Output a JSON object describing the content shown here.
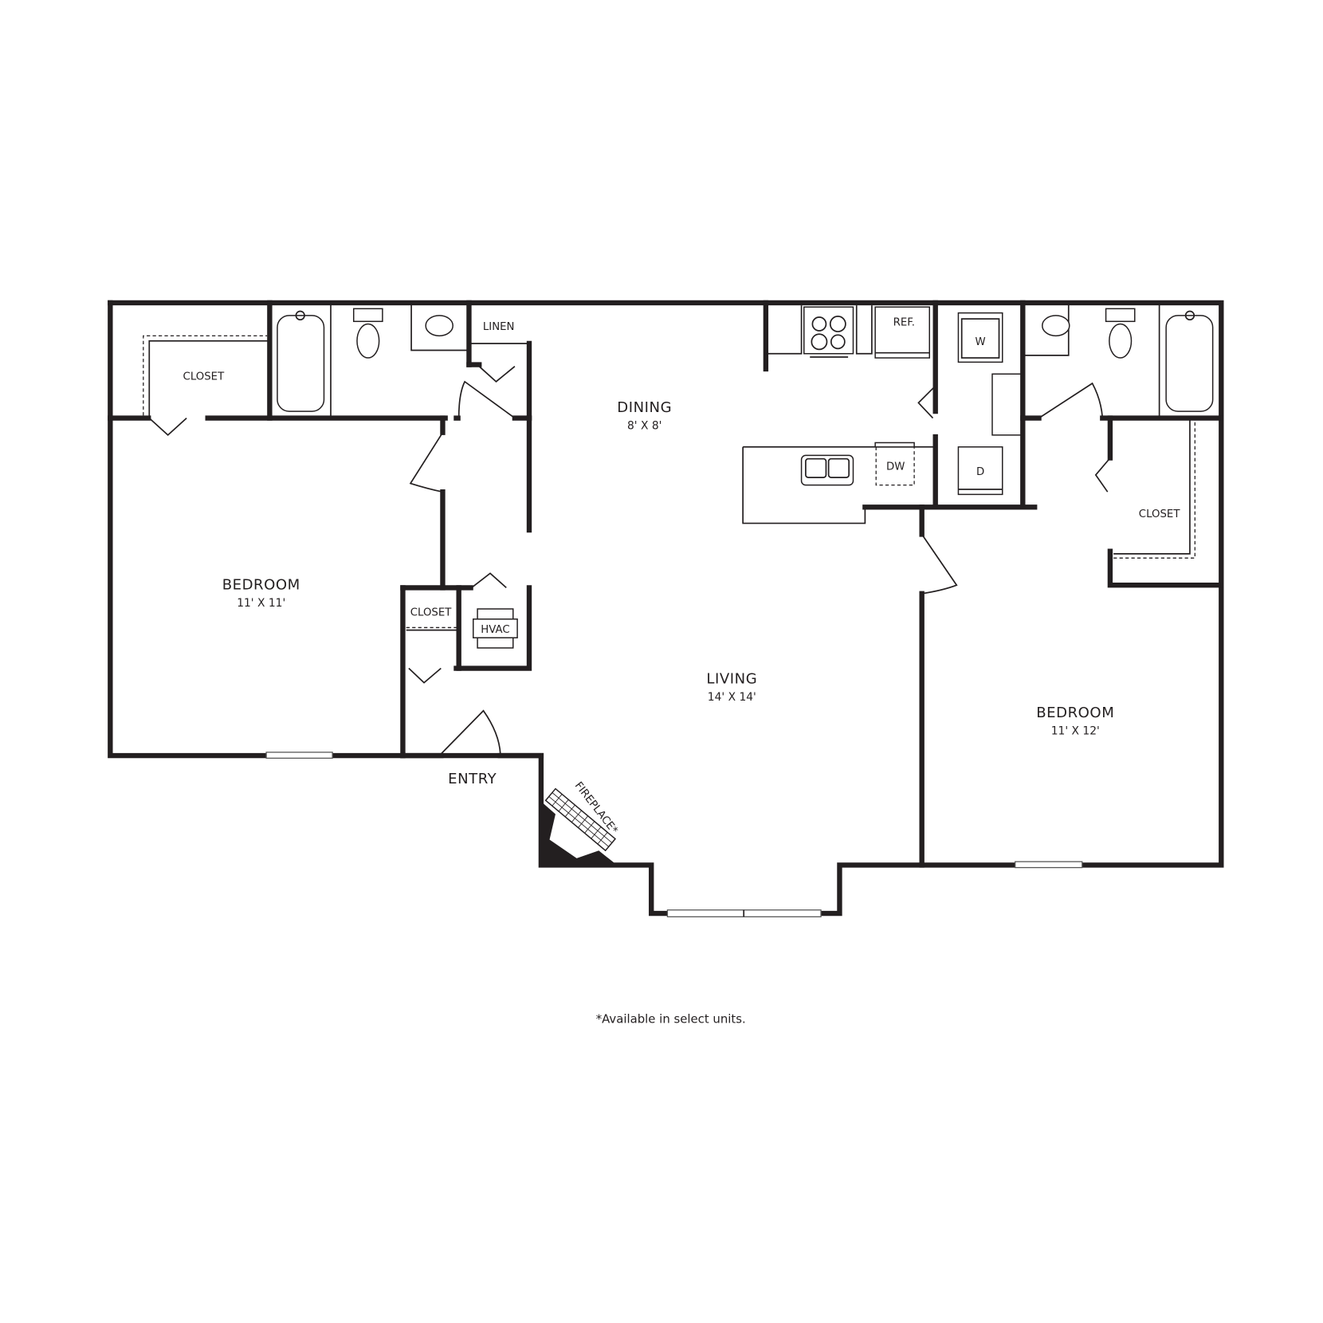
{
  "floorplan": {
    "rooms": [
      {
        "id": "bedroom-left",
        "name": "BEDROOM",
        "size": "11' X 11'"
      },
      {
        "id": "dining",
        "name": "DINING",
        "size": "8' X 8'"
      },
      {
        "id": "living",
        "name": "LIVING",
        "size": "14' X 14'"
      },
      {
        "id": "bedroom-right",
        "name": "BEDROOM",
        "size": "11' X 12'"
      },
      {
        "id": "entry",
        "name": "ENTRY"
      }
    ],
    "labels": {
      "closet_left": "CLOSET",
      "linen": "LINEN",
      "closet_entry": "CLOSET",
      "hvac": "HVAC",
      "fireplace": "FIREPLACE*",
      "ref": "REF.",
      "dw": "DW",
      "washer": "W",
      "dryer": "D",
      "closet_right": "CLOSET"
    },
    "fixtures": [
      "bathtub",
      "toilet",
      "sink",
      "range",
      "refrigerator",
      "kitchen-sink",
      "dishwasher",
      "washer",
      "dryer",
      "hvac-unit",
      "fireplace"
    ]
  },
  "footnote": "*Available in select units."
}
